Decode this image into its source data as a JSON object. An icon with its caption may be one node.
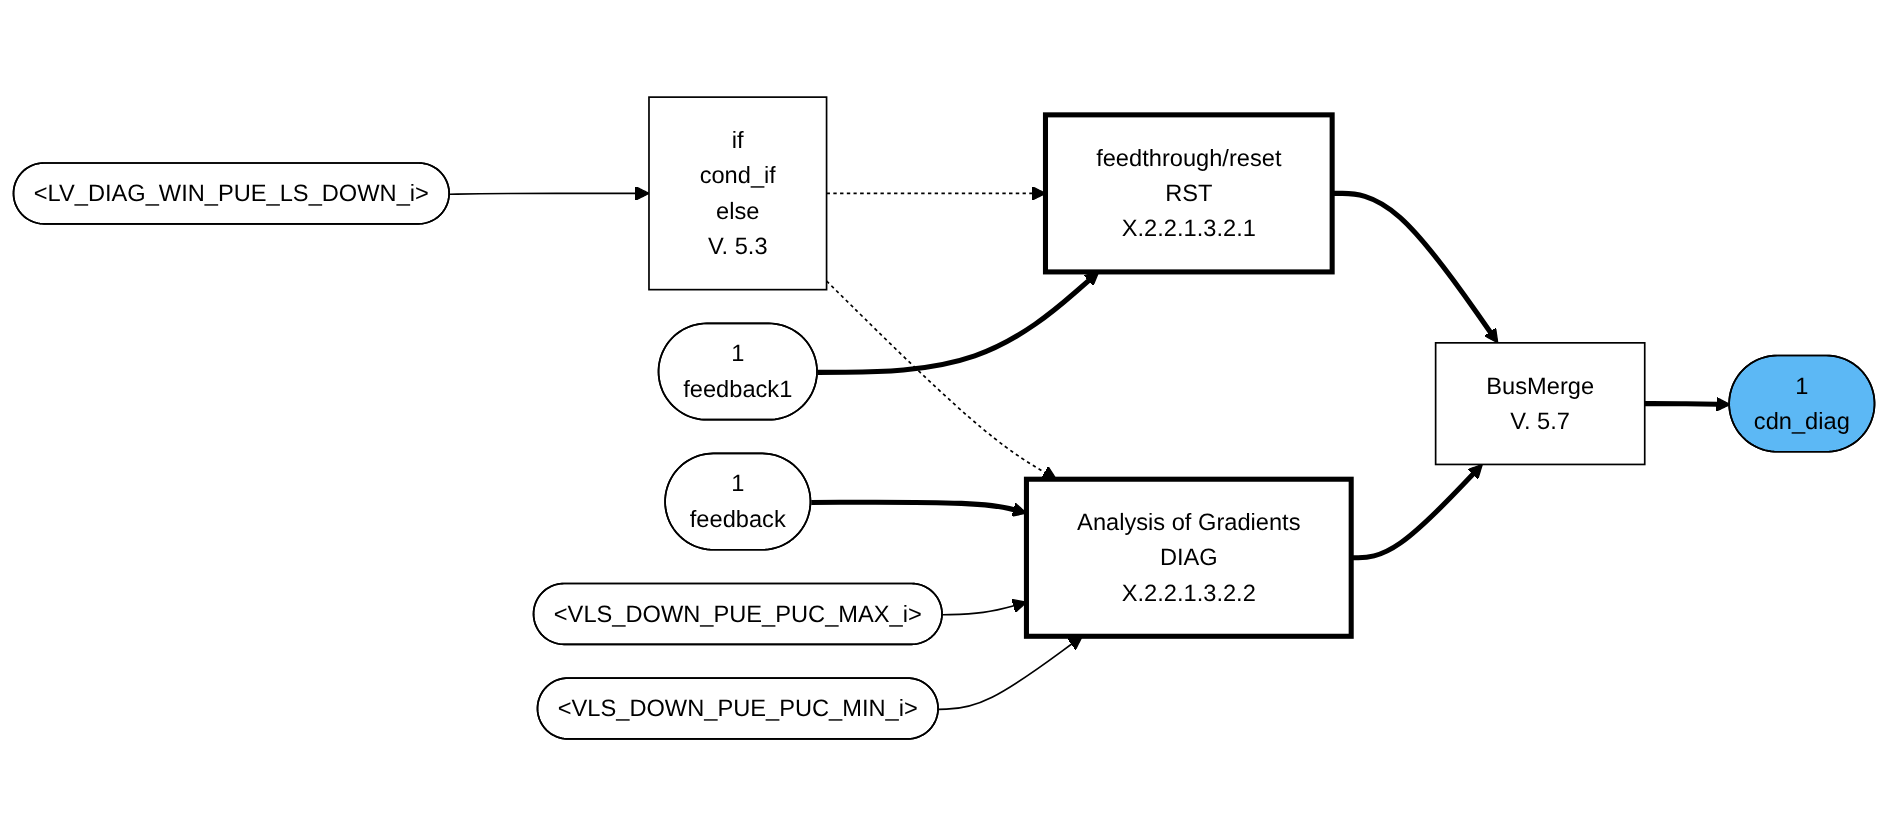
{
  "diagram": {
    "nodes": [
      {
        "text": [
          "<LV_DIAG_WIN_PUE_LS_DOWN_i>"
        ]
      },
      {
        "text": [
          "if",
          "cond_if",
          "else",
          "V. 5.3"
        ]
      },
      {
        "text": [
          "1",
          "feedback1"
        ]
      },
      {
        "text": [
          "feedthrough/reset",
          "RST",
          "X.2.2.1.3.2.1"
        ]
      },
      {
        "text": [
          "1",
          "feedback"
        ]
      },
      {
        "text": [
          "<VLS_DOWN_PUE_PUC_MAX_i>"
        ]
      },
      {
        "text": [
          "<VLS_DOWN_PUE_PUC_MIN_i>"
        ]
      },
      {
        "text": [
          "Analysis of Gradients",
          "DIAG",
          "X.2.2.1.3.2.2"
        ]
      },
      {
        "text": [
          "BusMerge",
          "V. 5.7"
        ]
      },
      {
        "text": [
          "1",
          "cdn_diag"
        ]
      }
    ],
    "edges": [
      {
        "from": 0,
        "to": 1,
        "arrow": "to"
      },
      {
        "from": 1,
        "to": 3,
        "arrow": "to",
        "style": "dashed"
      },
      {
        "from": 1,
        "to": 7,
        "arrow": "to",
        "style": "dashed"
      },
      {
        "from": 2,
        "to": 3,
        "arrow": "to",
        "style": "thick"
      },
      {
        "from": 4,
        "to": 7,
        "arrow": "to",
        "style": "thick"
      },
      {
        "from": 5,
        "to": 7,
        "arrow": "to"
      },
      {
        "from": 6,
        "to": 7,
        "arrow": "to"
      },
      {
        "from": 3,
        "to": 8,
        "arrow": "to",
        "style": "thick"
      },
      {
        "from": 7,
        "to": 8,
        "arrow": "to",
        "style": "thick"
      },
      {
        "from": 8,
        "to": 9,
        "arrow": "to",
        "style": "thick"
      }
    ]
  }
}
